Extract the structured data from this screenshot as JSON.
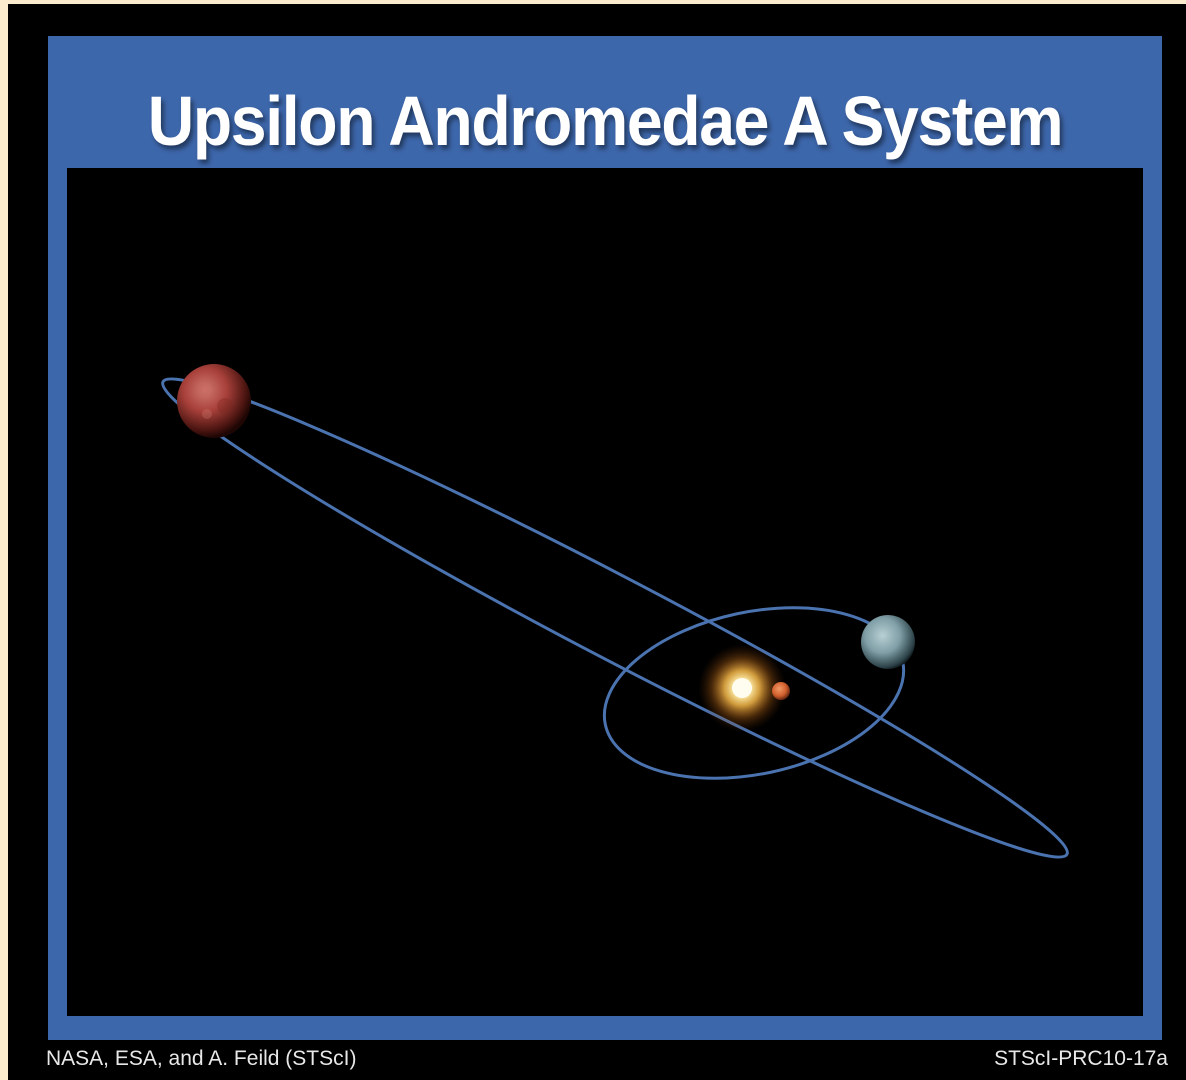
{
  "title": "Upsilon Andromedae A System",
  "credits": {
    "left": "NASA, ESA, and A. Feild (STScI)",
    "right": "STScI-PRC10-17a"
  },
  "colors": {
    "page_background": "#fbeccd",
    "frame_blue": "#3d67ab",
    "orbit_blue": "#4a73b0",
    "space": "#000000",
    "star_core": "#fffbe0",
    "star_glow": "#f2a030",
    "outer_planet": "#a8403a",
    "middle_planet": "#8fb0b8",
    "inner_planet": "#d2602e"
  },
  "bodies": [
    {
      "name": "central-star",
      "icon": "glowing-star-icon"
    },
    {
      "name": "inner-planet",
      "icon": "small-orange-planet-icon"
    },
    {
      "name": "middle-planet",
      "icon": "blue-gray-planet-icon"
    },
    {
      "name": "outer-planet",
      "icon": "red-planet-icon"
    }
  ]
}
